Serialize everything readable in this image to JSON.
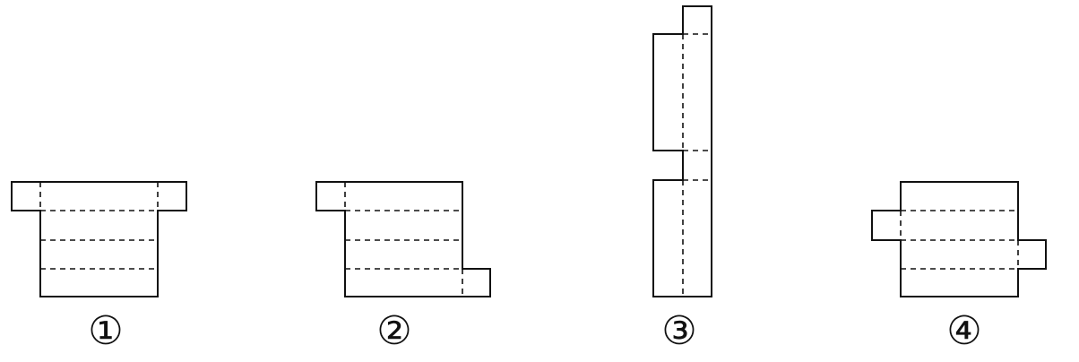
{
  "diagram": {
    "nets": [
      {
        "id": "net-1",
        "label": "①"
      },
      {
        "id": "net-2",
        "label": "②"
      },
      {
        "id": "net-3",
        "label": "③"
      },
      {
        "id": "net-4",
        "label": "④"
      }
    ]
  }
}
